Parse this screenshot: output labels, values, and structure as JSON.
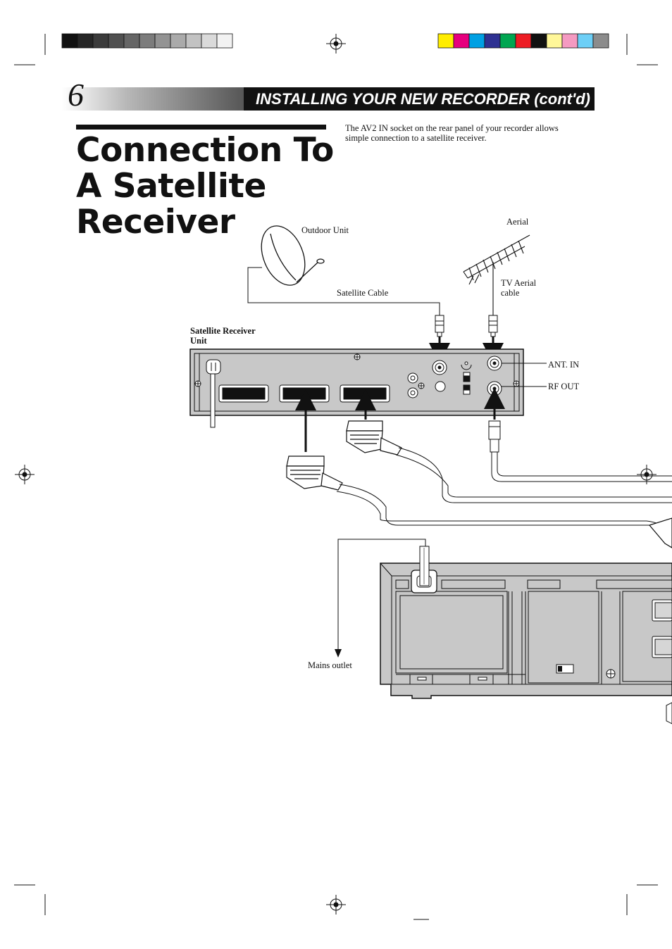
{
  "header": {
    "page_number": "6",
    "section_title": "INSTALLING YOUR NEW RECORDER (cont'd)"
  },
  "title": {
    "line1": "Connection To",
    "line2": "A Satellite",
    "line3": "Receiver"
  },
  "intro": {
    "line1": "The AV2 IN socket on the rear panel of your recorder allows",
    "line2": "simple connection to a satellite receiver."
  },
  "labels": {
    "outdoor_unit": "Outdoor Unit",
    "aerial": "Aerial",
    "satellite_cable": "Satellite Cable",
    "tv_aerial_cable_1": "TV Aerial",
    "tv_aerial_cable_2": "cable",
    "satellite_receiver_1": "Satellite Receiver",
    "satellite_receiver_2": "Unit",
    "ant_in": "ANT. IN",
    "rf_out": "RF OUT",
    "mains_outlet": "Mains outlet"
  },
  "colors": {
    "gray_bar": [
      "#111111",
      "#262626",
      "#3b3b3b",
      "#505050",
      "#666666",
      "#7c7c7c",
      "#939393",
      "#aaaaaa",
      "#c2c2c2",
      "#dadada",
      "#f2f2f2"
    ],
    "color_bar": [
      "#ffed00",
      "#e6007e",
      "#00a0e3",
      "#2e3192",
      "#00a651",
      "#ed1c24",
      "#111111",
      "#fff799",
      "#f49ac1",
      "#6dcff6",
      "#8c8c8c"
    ],
    "panel_fill": "#c8c8c8",
    "header_dark": "#111111"
  }
}
